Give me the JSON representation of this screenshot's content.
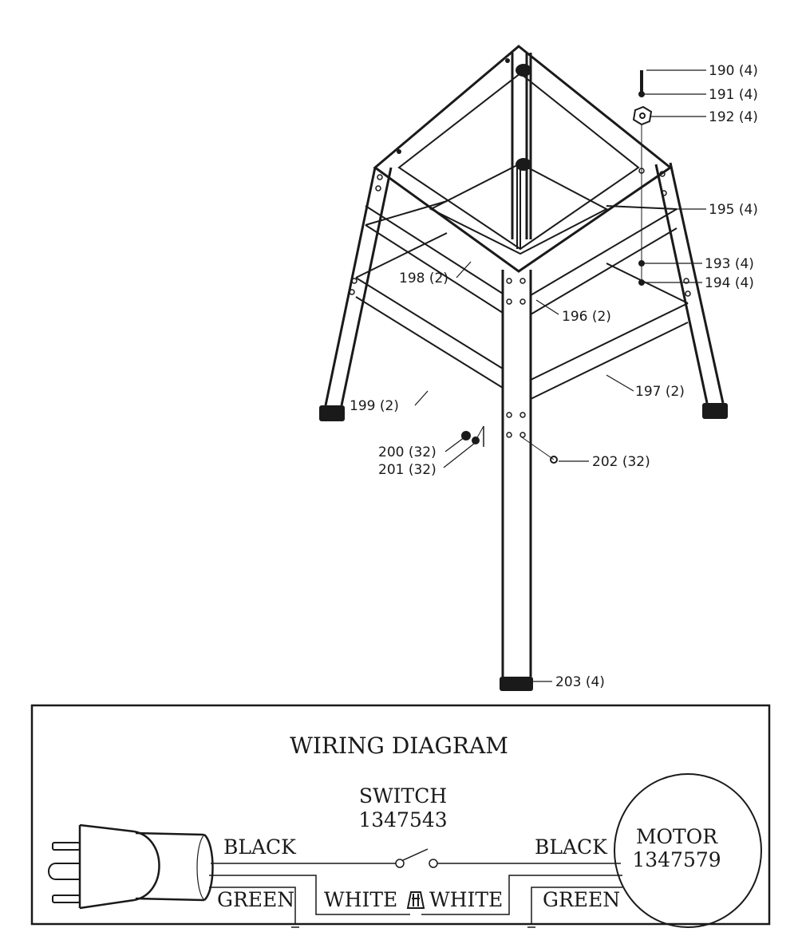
{
  "parts_labels": {
    "p190": "190 (4)",
    "p191": "191 (4)",
    "p192": "192 (4)",
    "p195": "195 (4)",
    "p193": "193 (4)",
    "p194": "194 (4)",
    "p198": "198 (2)",
    "p196": "196 (2)",
    "p199": "199 (2)",
    "p197": "197 (2)",
    "p200": "200 (32)",
    "p201": "201 (32)",
    "p202": "202 (32)",
    "p203": "203 (4)"
  },
  "wiring": {
    "title": "WIRING DIAGRAM",
    "switch_label": "SWITCH",
    "switch_number": "1347543",
    "motor_label": "MOTOR",
    "motor_number": "1347579",
    "black_left": "BLACK",
    "black_right": "BLACK",
    "white_left": "WHITE",
    "white_right": "WHITE",
    "green_left": "GREEN",
    "green_right": "GREEN"
  }
}
